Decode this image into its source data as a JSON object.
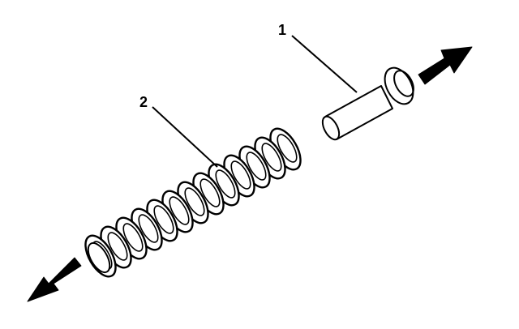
{
  "diagram": {
    "callouts": [
      {
        "number": "1",
        "part": "pin"
      },
      {
        "number": "2",
        "part": "spring"
      }
    ],
    "ink_color": "#000000",
    "paper_color": "#ffffff",
    "arrow_directions": [
      "up-right",
      "down-left"
    ]
  }
}
